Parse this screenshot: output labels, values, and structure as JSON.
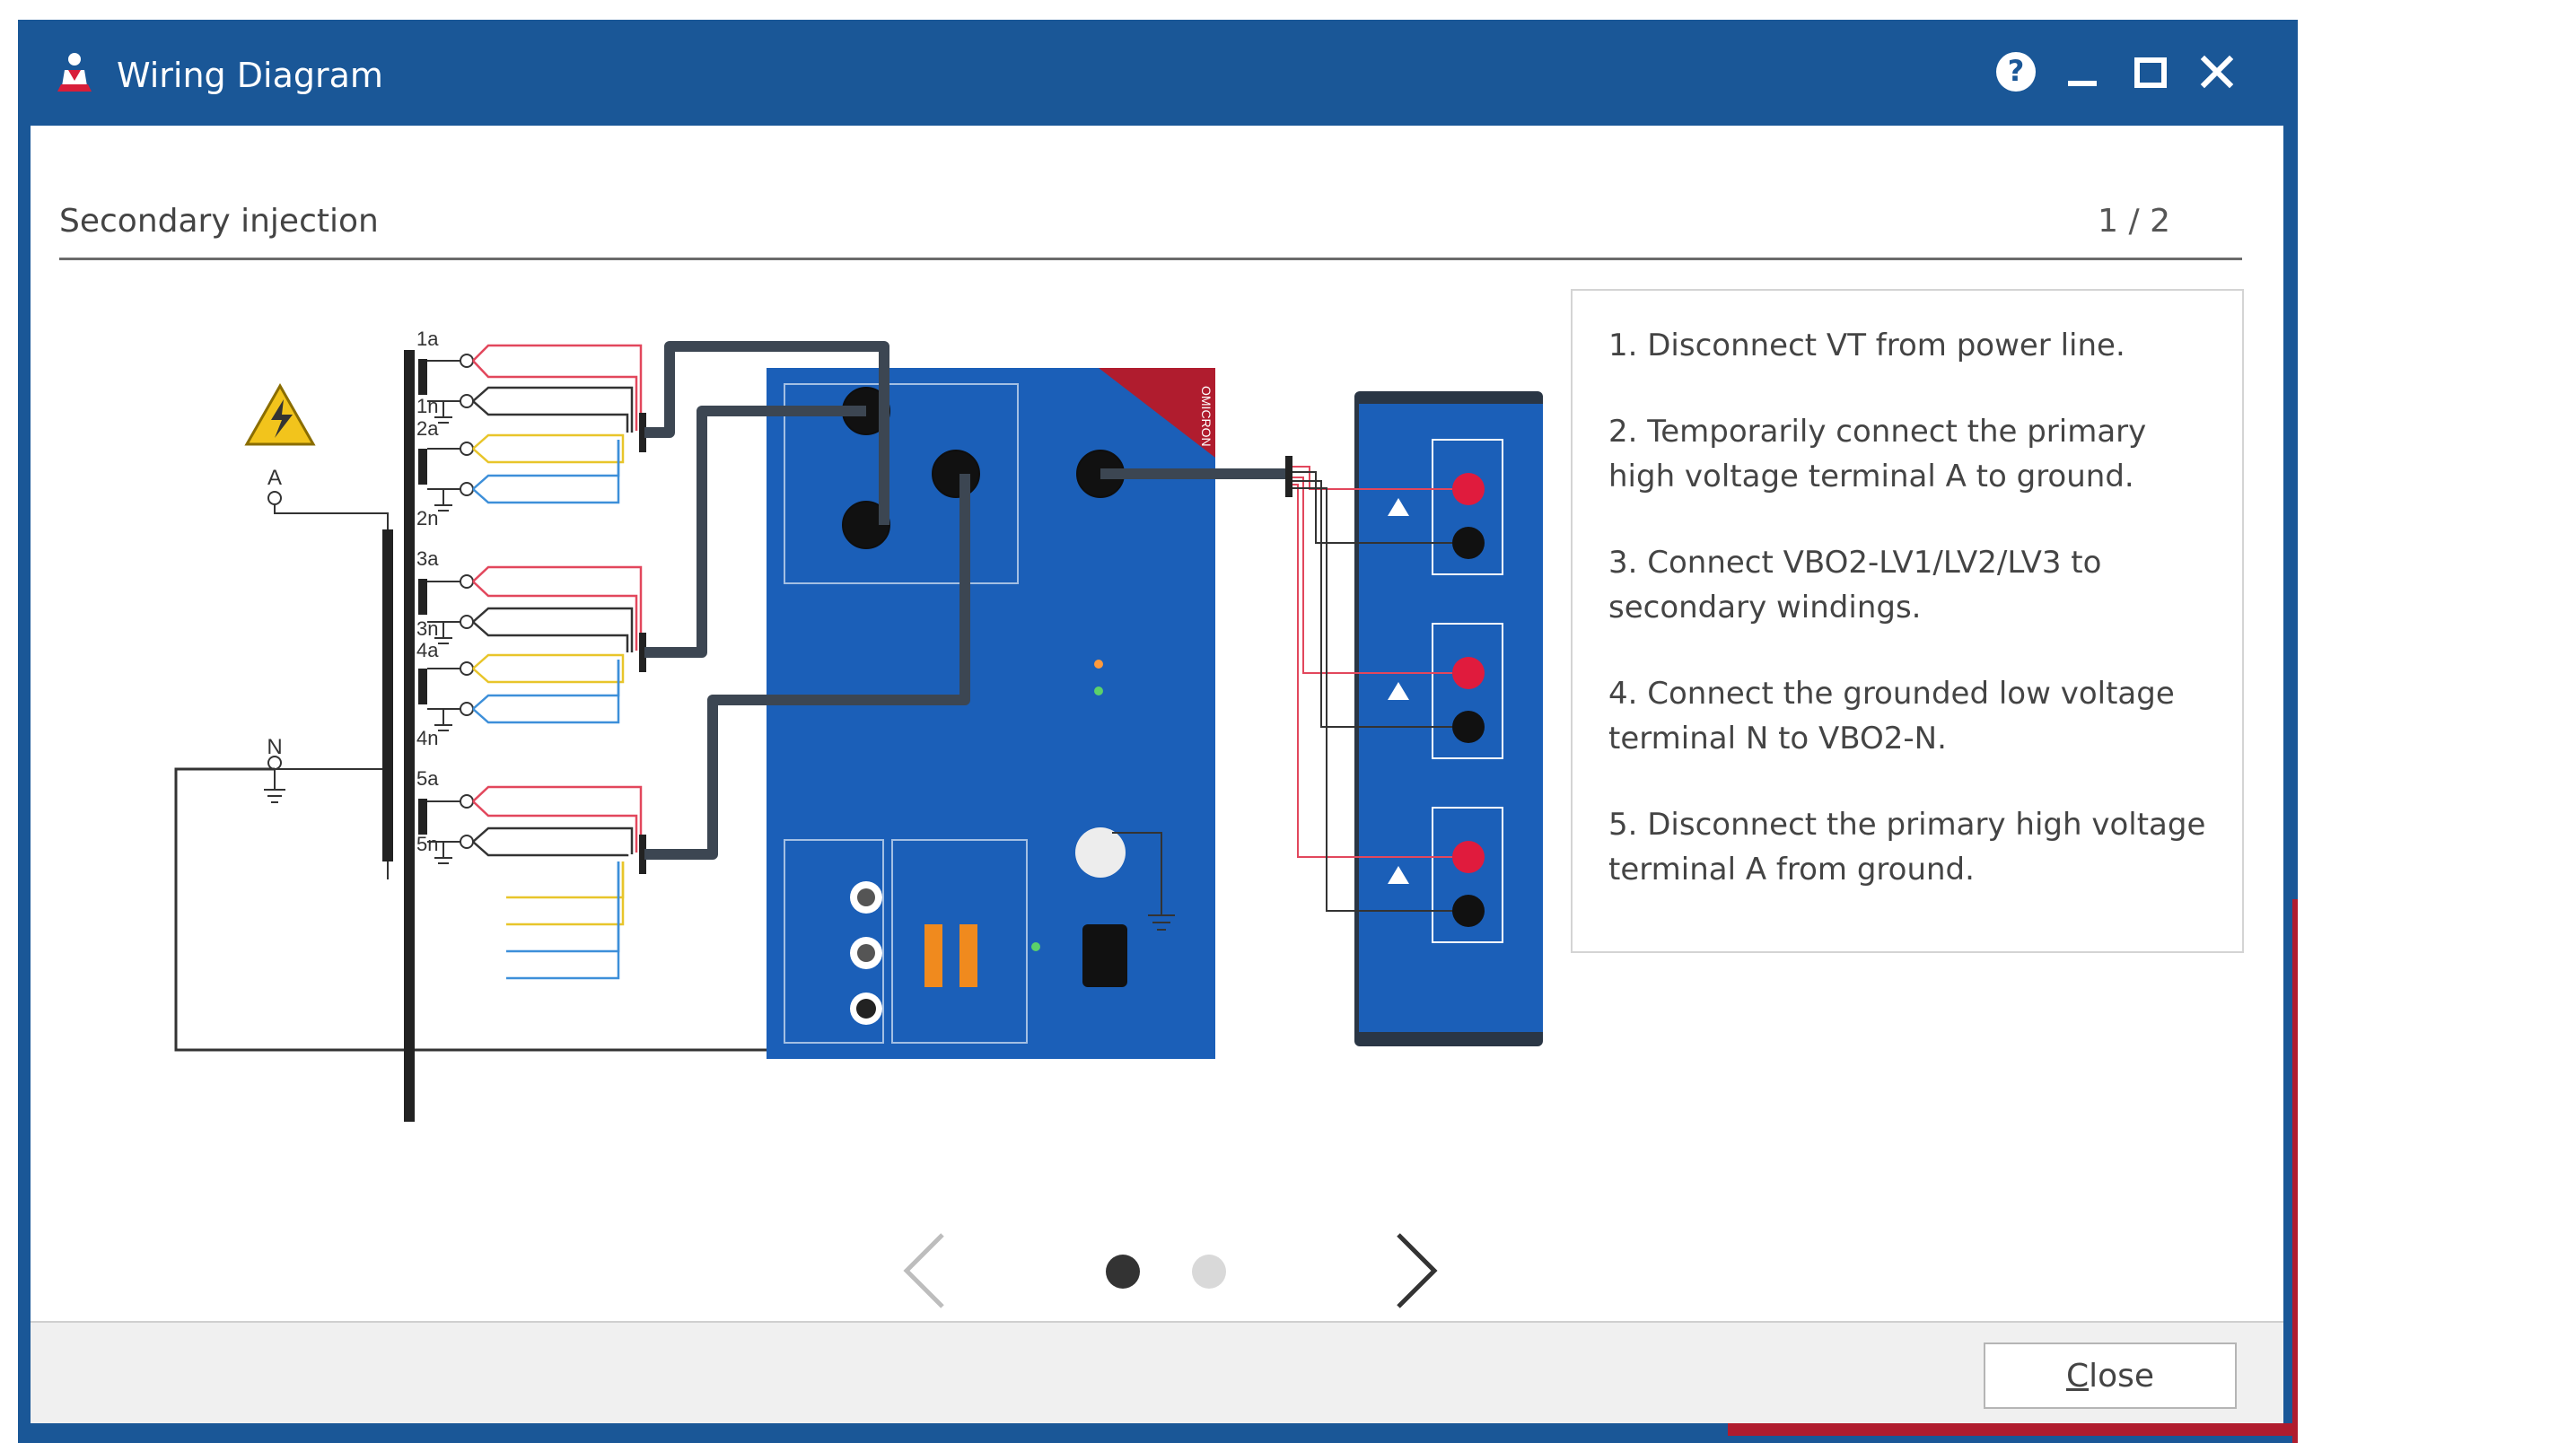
{
  "window": {
    "title": "Wiring Diagram",
    "colors": {
      "titlebar": "#1a5797",
      "accent": "#b01c2e"
    }
  },
  "header": {
    "section_title": "Secondary injection",
    "page_indicator": "1 / 2"
  },
  "diagram": {
    "vt_labels": {
      "a": "A",
      "n": "N"
    },
    "terminals": [
      "1a",
      "1n",
      "2a",
      "2n",
      "3a",
      "3n",
      "4a",
      "4n",
      "5a",
      "5n"
    ],
    "device_brand": "OMICRON"
  },
  "instructions": [
    "1. Disconnect VT from power line.",
    "2. Temporarily connect the primary high voltage terminal A to ground.",
    "3. Connect VBO2-LV1/LV2/LV3 to secondary windings.",
    "4. Connect the grounded low voltage terminal N to VBO2-N.",
    "5. Disconnect the primary high voltage terminal A from ground."
  ],
  "pagination": {
    "current": 1,
    "total": 2
  },
  "footer": {
    "close_label_first": "C",
    "close_label_rest": "lose"
  }
}
